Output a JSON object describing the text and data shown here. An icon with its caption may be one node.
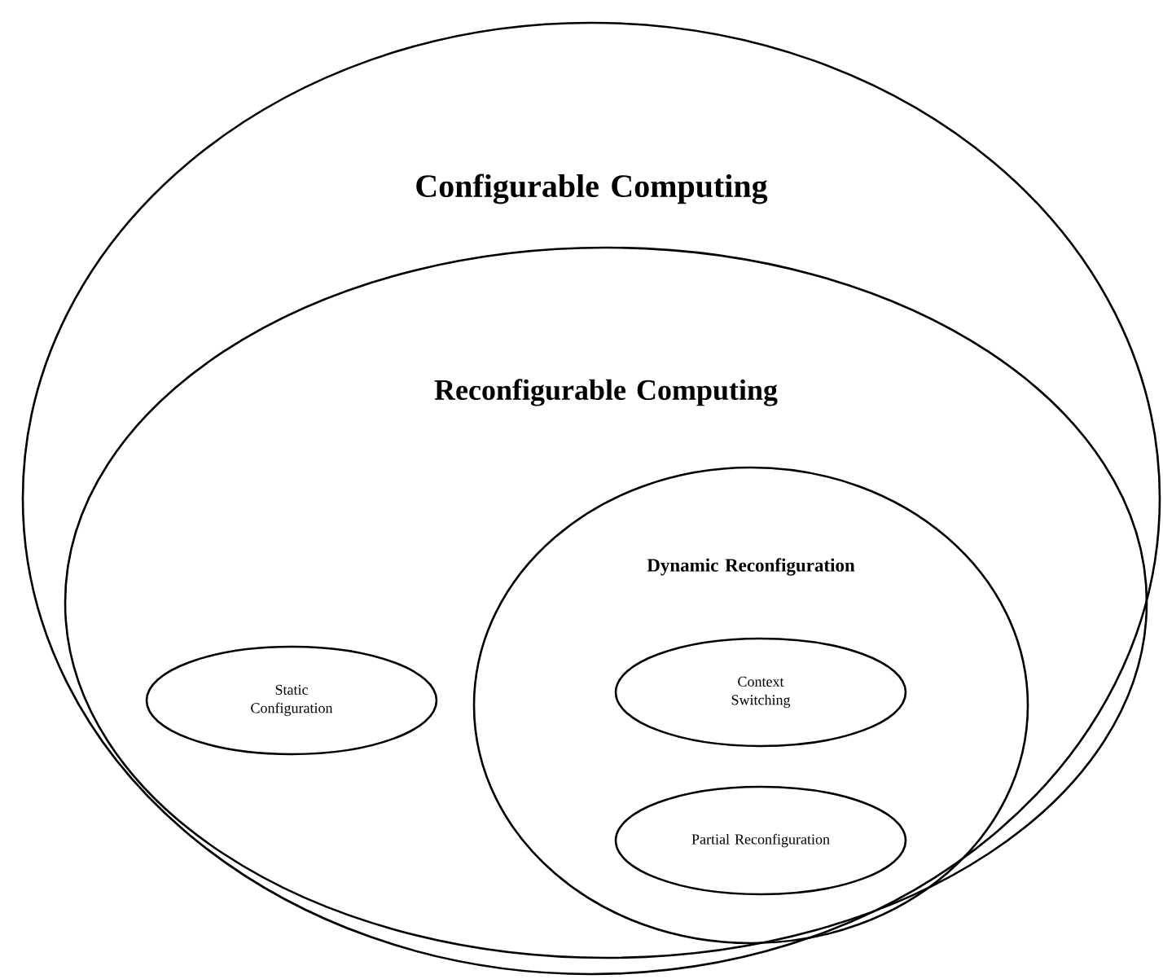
{
  "diagram": {
    "nodes": [
      {
        "text": [
          "Configurable Computing"
        ]
      },
      {
        "text": [
          "Reconfigurable Computing"
        ],
        "in": 0
      },
      {
        "text": [
          "Static Configuration"
        ],
        "in": 1
      },
      {
        "text": [
          "Dynamic Reconfiguration"
        ],
        "in": 1
      },
      {
        "text": [
          "Context Switching"
        ],
        "in": 3
      },
      {
        "text": [
          "Partial Reconfiguration"
        ],
        "in": 3
      }
    ]
  }
}
